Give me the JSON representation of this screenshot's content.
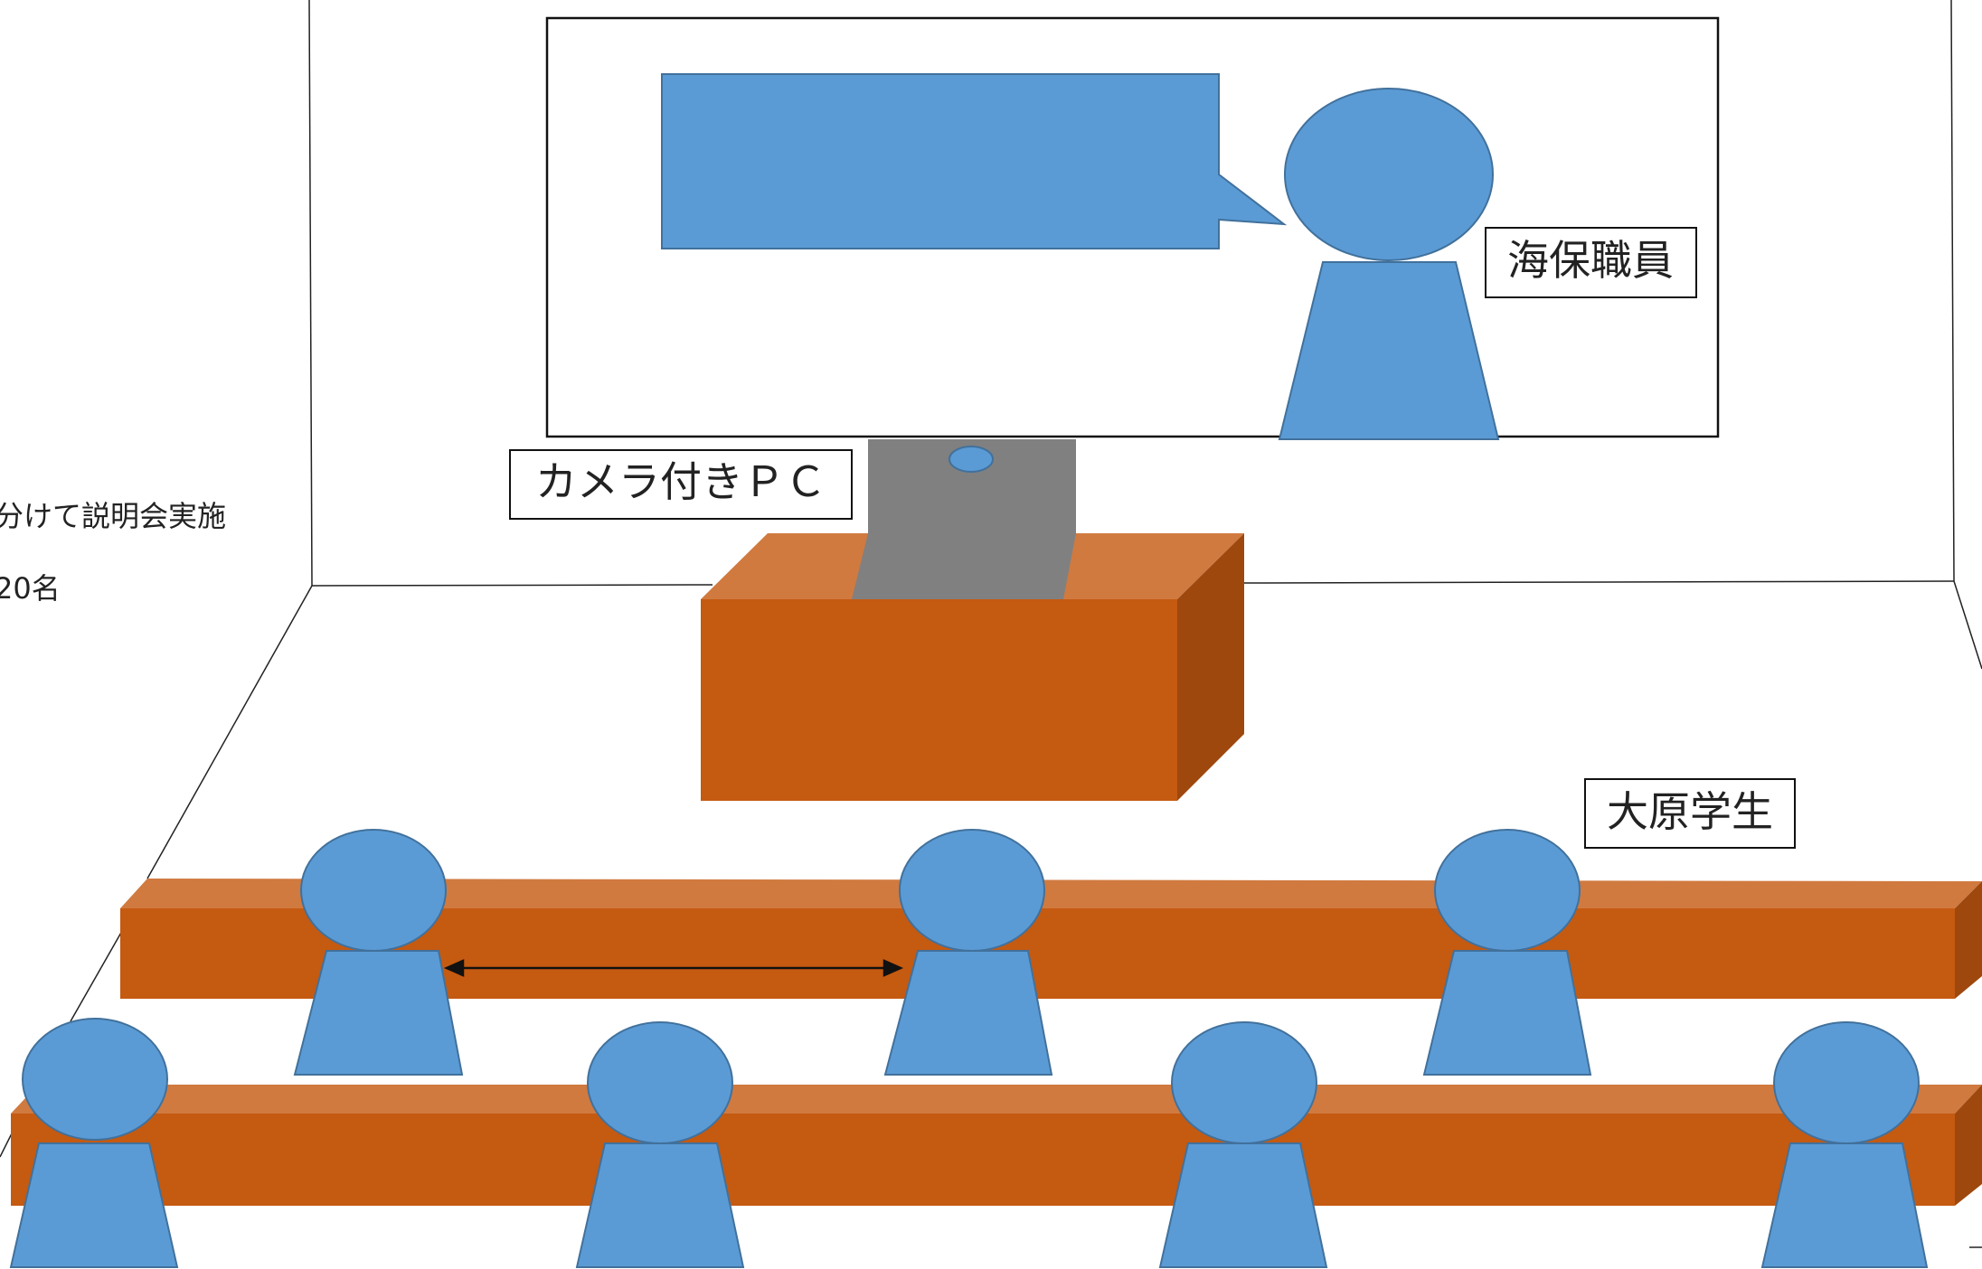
{
  "labels": {
    "staff": "海保職員",
    "camera_pc": "カメラ付きＰＣ",
    "students": "大原学生"
  },
  "side_notes": {
    "line1": "分けて説明会実施",
    "line2": "20名"
  },
  "colors": {
    "person_fill": "#5B9BD5",
    "person_stroke": "#41719C",
    "desk_front": "#C55A11",
    "desk_top": "#D07A40",
    "desk_side": "#9E480E",
    "laptop": "#808080"
  }
}
